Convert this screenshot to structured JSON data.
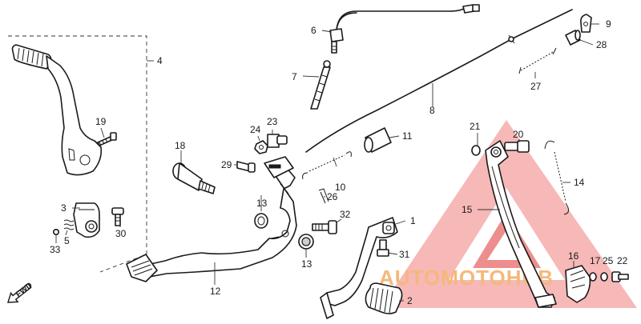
{
  "watermark": {
    "text_auto": "AUTO",
    "text_moto": "MOTO",
    "text_hub": "HUB",
    "color_primary": "#f4a0a0",
    "color_accent": "#e03030",
    "color_text": "#f5b87a"
  },
  "direction_marker": {
    "label": "FWD"
  },
  "callouts": {
    "c1": "1",
    "c2": "2",
    "c3": "3",
    "c4": "4",
    "c5": "5",
    "c6": "6",
    "c7": "7",
    "c8": "8",
    "c9": "9",
    "c10": "10",
    "c11": "11",
    "c12": "12",
    "c13a": "13",
    "c13b": "13",
    "c14": "14",
    "c15": "15",
    "c16": "16",
    "c17": "17",
    "c18": "18",
    "c19": "19",
    "c20": "20",
    "c21": "21",
    "c22": "22",
    "c23": "23",
    "c24": "24",
    "c25": "25",
    "c26": "26",
    "c27": "27",
    "c28": "28",
    "c29": "29",
    "c30": "30",
    "c31": "31",
    "c32": "32",
    "c33": "33"
  }
}
